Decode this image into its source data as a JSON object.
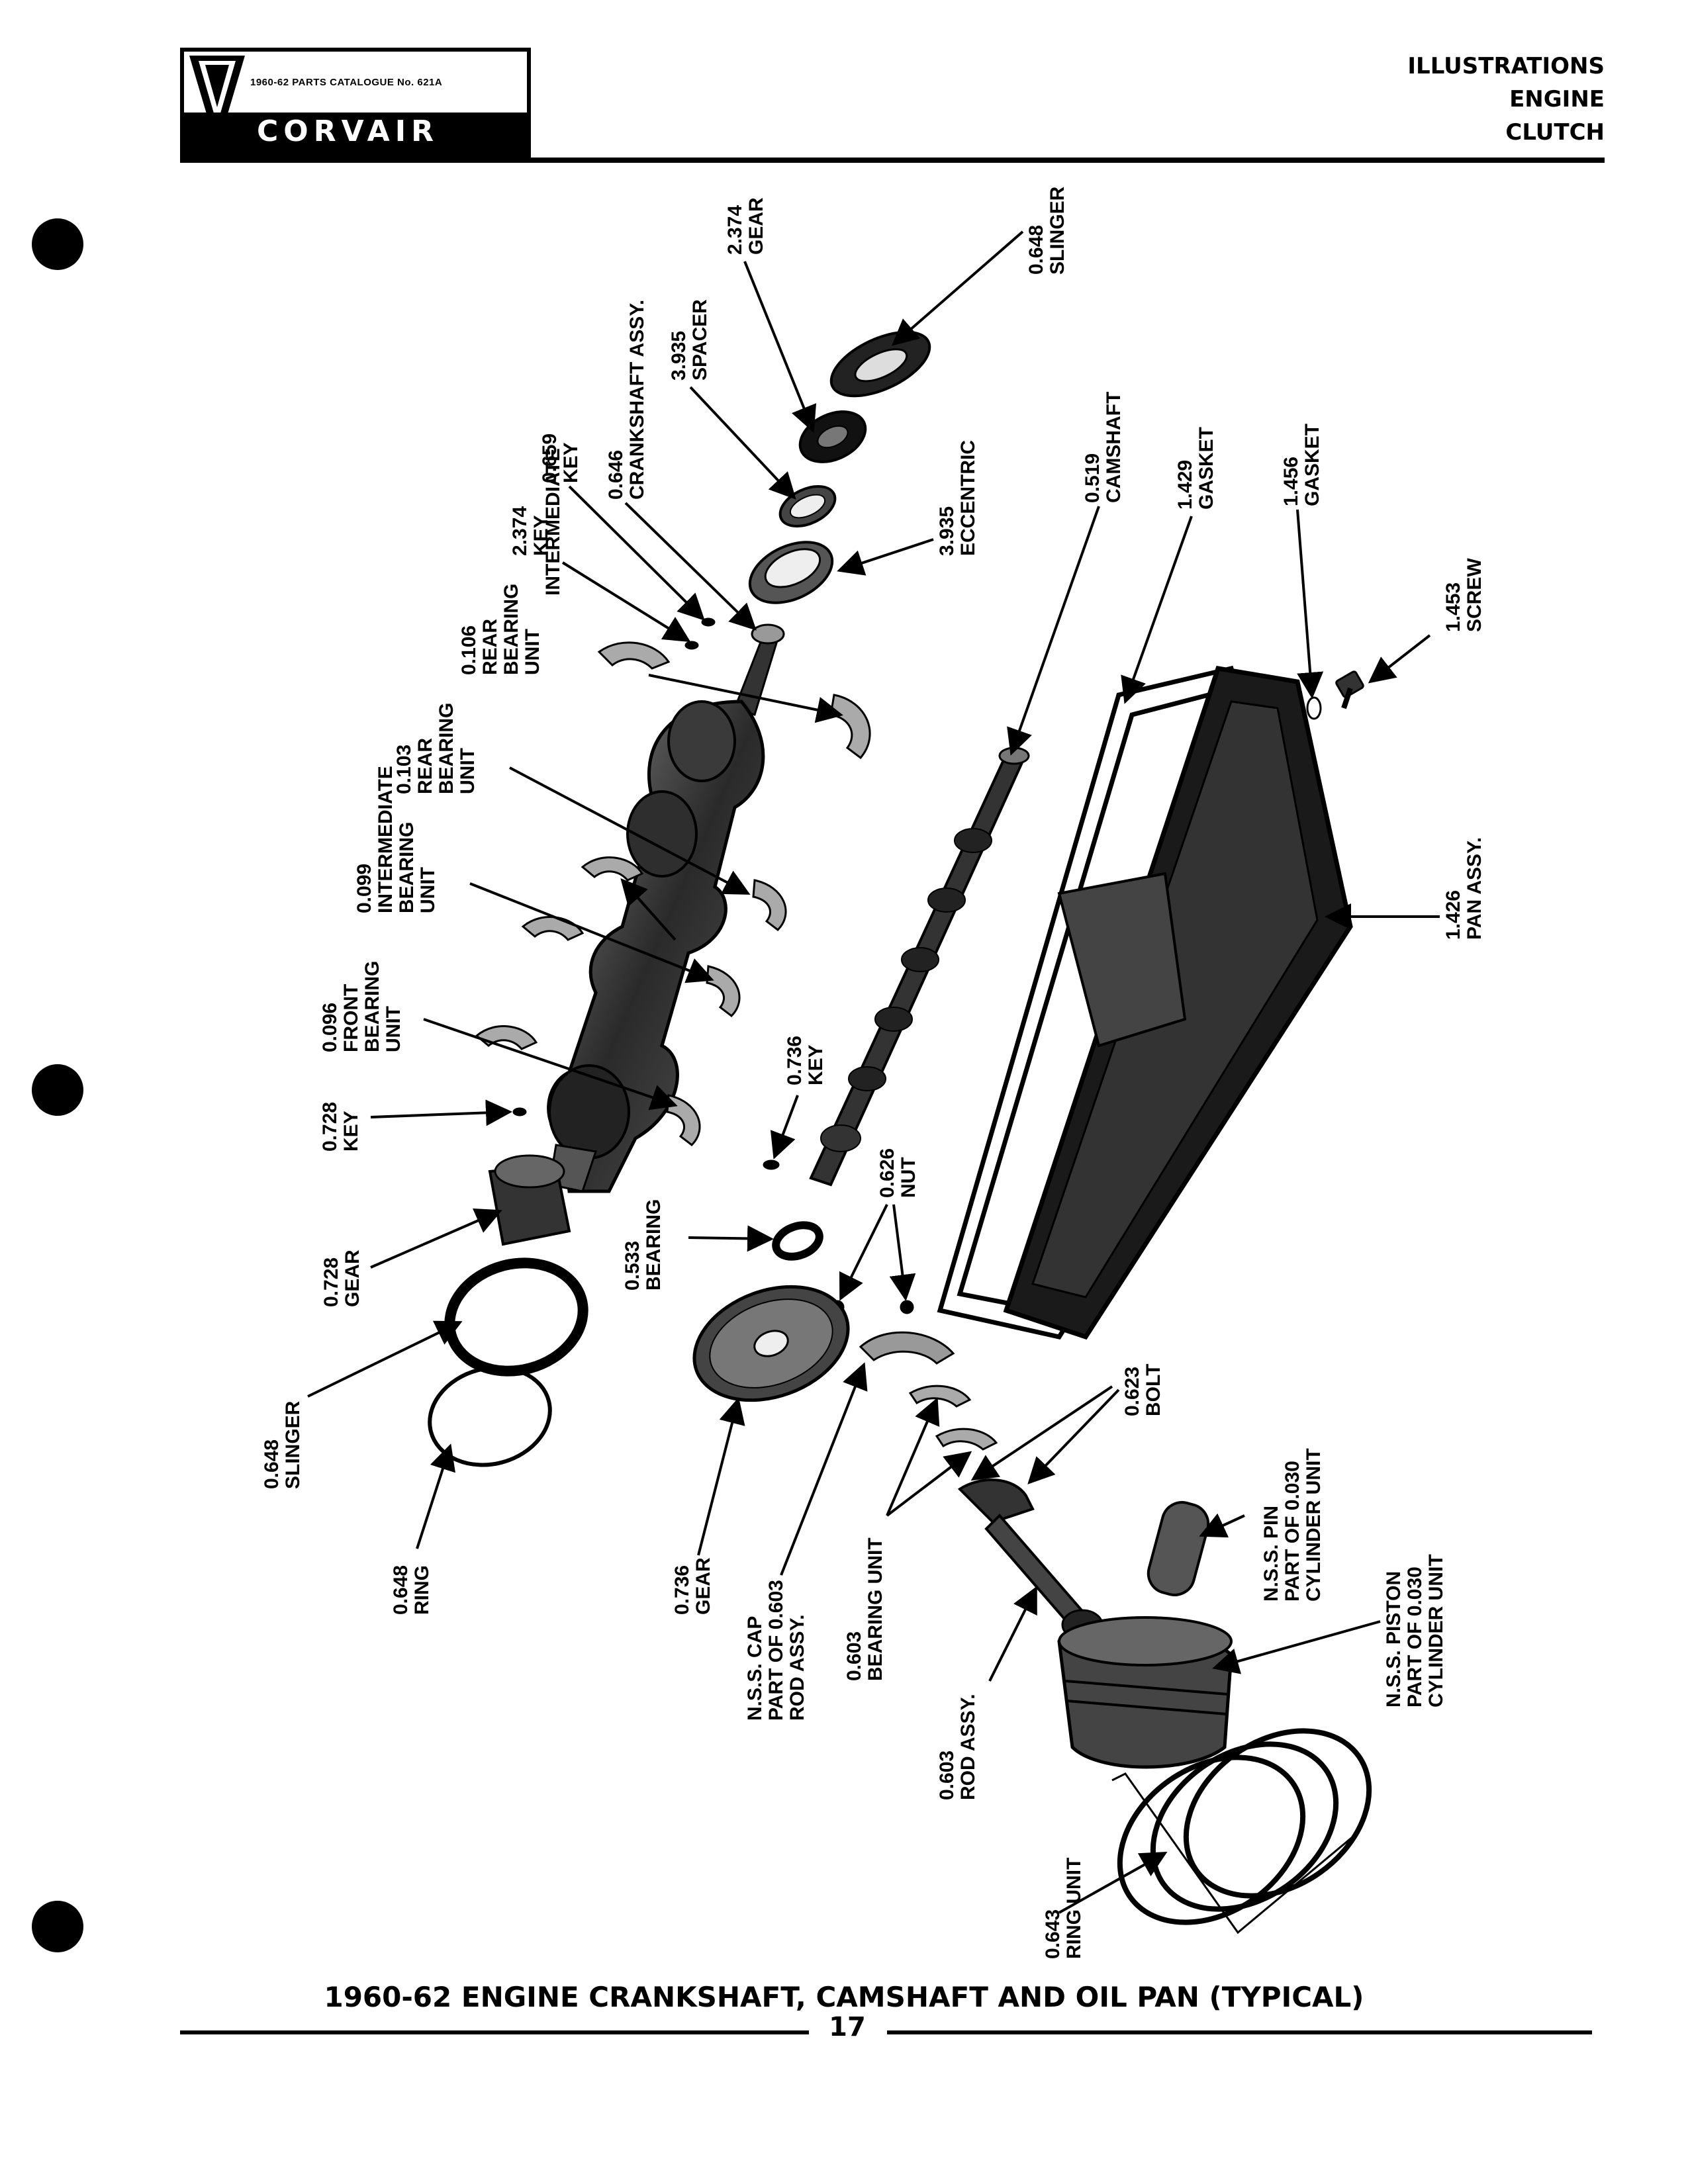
{
  "header": {
    "catalogue": "1960-62 PARTS CATALOGUE No. 621A",
    "brand": "CORVAIR",
    "section_lines": [
      "ILLUSTRATIONS",
      "ENGINE",
      "CLUTCH"
    ]
  },
  "callouts": [
    {
      "id": "gear-2374",
      "lines": [
        "2.374",
        "GEAR"
      ]
    },
    {
      "id": "slinger-0648-top",
      "lines": [
        "0.648",
        "SLINGER"
      ]
    },
    {
      "id": "spacer-3935",
      "lines": [
        "3.935",
        "SPACER"
      ]
    },
    {
      "id": "crankshaft-assy-0646",
      "lines": [
        "0.646",
        "CRANKSHAFT ASSY."
      ]
    },
    {
      "id": "key-0659",
      "lines": [
        "0.659",
        "KEY"
      ]
    },
    {
      "id": "key-2374",
      "lines": [
        "2.374",
        "KEY"
      ]
    },
    {
      "id": "eccentric-3935",
      "lines": [
        "3.935",
        "ECCENTRIC"
      ]
    },
    {
      "id": "camshaft-0519",
      "lines": [
        "0.519",
        "CAMSHAFT"
      ]
    },
    {
      "id": "gasket-1429",
      "lines": [
        "1.429",
        "GASKET"
      ]
    },
    {
      "id": "gasket-1456",
      "lines": [
        "1.456",
        "GASKET"
      ]
    },
    {
      "id": "screw-1453",
      "lines": [
        "1.453",
        "SCREW"
      ]
    },
    {
      "id": "rear-intermediate-0106",
      "lines": [
        "0.106",
        "REAR",
        "BEARING",
        "UNIT",
        "INTERMEDIATE"
      ]
    },
    {
      "id": "rear-bearing-0103",
      "lines": [
        "0.103",
        "REAR",
        "BEARING",
        "UNIT"
      ]
    },
    {
      "id": "intermediate-0099",
      "lines": [
        "0.099",
        "INTERMEDIATE",
        "BEARING",
        "UNIT"
      ]
    },
    {
      "id": "front-bearing-0096",
      "lines": [
        "0.096",
        "FRONT",
        "BEARING",
        "UNIT"
      ]
    },
    {
      "id": "pan-assy-1426",
      "lines": [
        "1.426",
        "PAN ASSY."
      ]
    },
    {
      "id": "key-0728",
      "lines": [
        "0.728",
        "KEY"
      ]
    },
    {
      "id": "key-0736",
      "lines": [
        "0.736",
        "KEY"
      ]
    },
    {
      "id": "nut-0626",
      "lines": [
        "0.626",
        "NUT"
      ]
    },
    {
      "id": "bearing-0533",
      "lines": [
        "0.533",
        "BEARING"
      ]
    },
    {
      "id": "gear-0728",
      "lines": [
        "0.728",
        "GEAR"
      ]
    },
    {
      "id": "slinger-0648-bottom",
      "lines": [
        "0.648",
        "SLINGER"
      ]
    },
    {
      "id": "bolt-0623",
      "lines": [
        "0.623",
        "BOLT"
      ]
    },
    {
      "id": "ring-0648",
      "lines": [
        "0.648",
        "RING"
      ]
    },
    {
      "id": "gear-0736",
      "lines": [
        "0.736",
        "GEAR"
      ]
    },
    {
      "id": "cap-nss",
      "lines": [
        "N.S.S. CAP",
        "PART OF 0.603",
        "ROD ASSY."
      ]
    },
    {
      "id": "bearing-unit-0603",
      "lines": [
        "0.603",
        "BEARING UNIT"
      ]
    },
    {
      "id": "pin-nss",
      "lines": [
        "N.S.S. PIN",
        "PART OF 0.030",
        "CYLINDER UNIT"
      ]
    },
    {
      "id": "piston-nss",
      "lines": [
        "N.S.S. PISTON",
        "PART OF 0.030",
        "CYLINDER UNIT"
      ]
    },
    {
      "id": "rod-assy-0603",
      "lines": [
        "0.603",
        "ROD ASSY."
      ]
    },
    {
      "id": "ring-unit-0643",
      "lines": [
        "0.643",
        "RING UNIT"
      ]
    }
  ],
  "caption": "1960-62  ENGINE CRANKSHAFT, CAMSHAFT AND OIL PAN (TYPICAL)",
  "page_number": "17"
}
